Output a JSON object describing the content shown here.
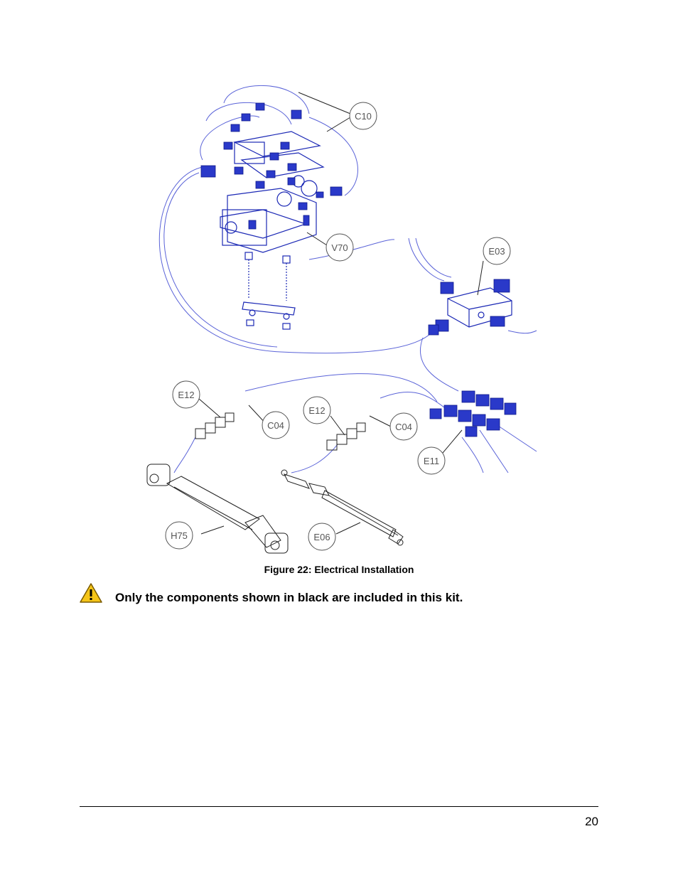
{
  "figure": {
    "callouts": {
      "c10": "C10",
      "v70": "V70",
      "e03": "E03",
      "e12_left": "E12",
      "c04_left": "C04",
      "e12_right": "E12",
      "c04_right": "C04",
      "e11": "E11",
      "h75": "H75",
      "e06": "E06"
    },
    "caption": "Figure 22: Electrical Installation"
  },
  "note": {
    "icon": "warning-triangle-icon",
    "text": "Only the components shown in black are included in this kit."
  },
  "footer": {
    "page_number": "20"
  },
  "colors": {
    "component_blue": "#1b28b5",
    "wire_blue": "#5a63d8",
    "warning_yellow": "#f5c518"
  }
}
